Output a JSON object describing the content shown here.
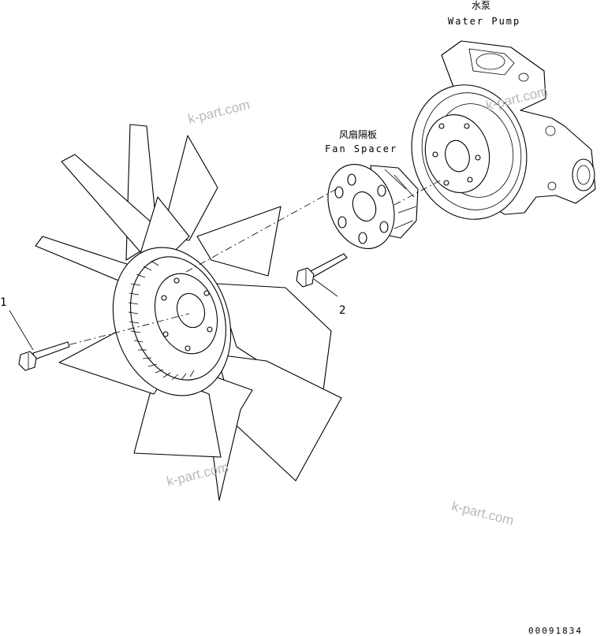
{
  "labels": {
    "water_pump_cn": "水泵",
    "water_pump_en": "Water Pump",
    "fan_spacer_cn": "风扇隔板",
    "fan_spacer_en": "Fan Spacer"
  },
  "callouts": {
    "bolt_1": "1",
    "bolt_2": "2"
  },
  "watermarks": [
    "k-part.com",
    "k-part.com",
    "k-part.com",
    "k-part.com"
  ],
  "drawing_code": "00091834"
}
